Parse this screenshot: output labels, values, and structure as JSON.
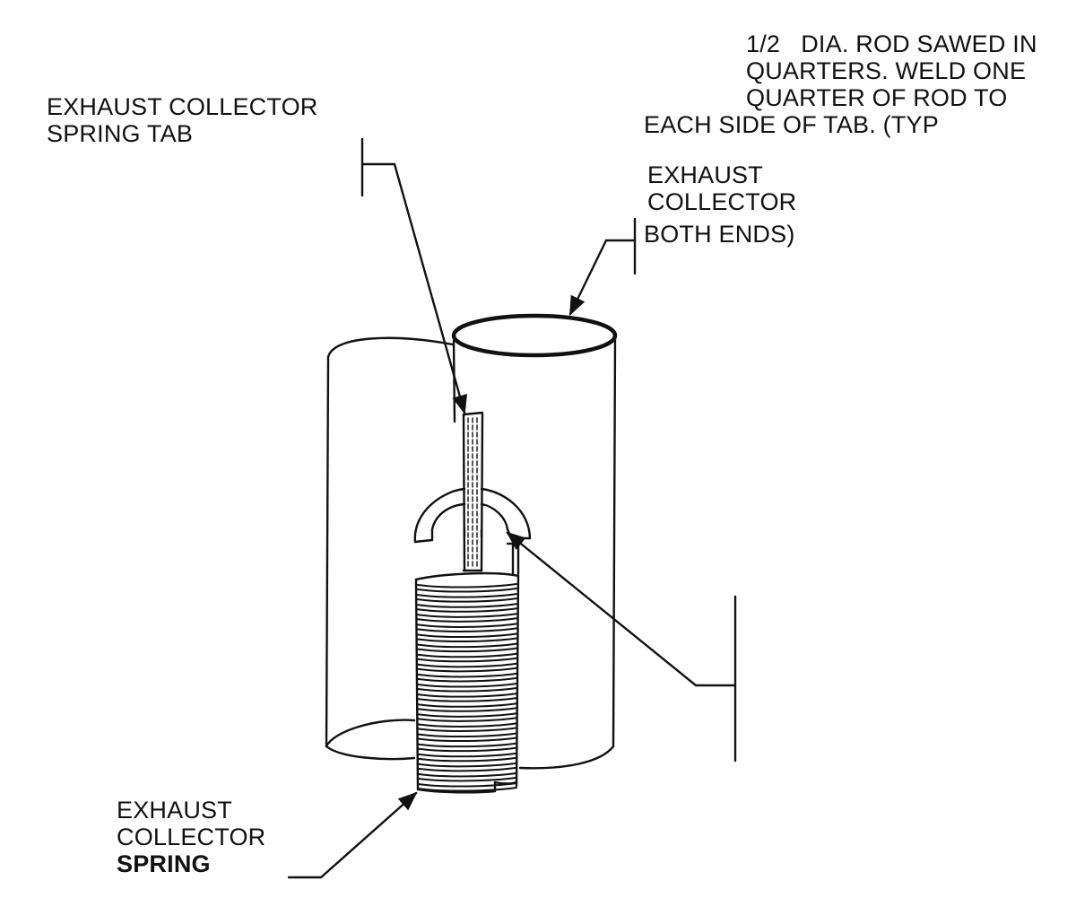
{
  "labels": {
    "spring_tab": {
      "lines": [
        "EXHAUST COLLECTOR",
        "SPRING TAB"
      ]
    },
    "rod_note": {
      "lines": [
        "1/2   DIA. ROD SAWED IN",
        "QUARTERS. WELD ONE",
        "QUARTER OF ROD TO",
        "EACH SIDE OF TAB. (TYP"
      ]
    },
    "collector": {
      "lines": [
        "EXHAUST",
        "COLLECTOR",
        "BOTH ENDS)"
      ]
    },
    "spring": {
      "lines": [
        "EXHAUST",
        "COLLECTOR",
        "SPRING"
      ]
    }
  },
  "colors": {
    "ink": "#111111",
    "background": "#ffffff"
  }
}
